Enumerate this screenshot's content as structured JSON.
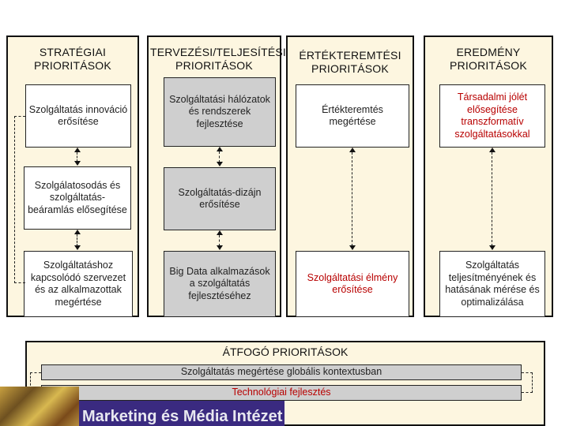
{
  "columns": [
    {
      "header": "STRATÉGIAI PRIORITÁSOK",
      "boxes": [
        "Szolgáltatás innováció erősítése",
        "Szolgálatosodás és szolgáltatás-beáramlás elősegítése",
        "Szolgáltatáshoz kapcsolódó szervezet és az alkalmazottak megértése"
      ]
    },
    {
      "header": "TERVEZÉSI/TELJESÍTÉSI PRIORITÁSOK",
      "boxes": [
        "Szolgáltatási hálózatok és rendszerek fejlesztése",
        "Szolgáltatás-dizájn erősítése",
        "Big Data alkalmazások a szolgáltatás fejlesztéséhez"
      ]
    },
    {
      "header": "ÉRTÉKTEREMTÉSI PRIORITÁSOK",
      "boxes": [
        "Értékteremtés megértése",
        "Szolgáltatási élmény erősítése"
      ]
    },
    {
      "header": "EREDMÉNY PRIORITÁSOK",
      "boxes": [
        "Társadalmi jólét elősegítése transzformatív szolgáltatásokkal",
        "Szolgáltatás teljesítményének és hatásának mérése és optimalizálása"
      ]
    }
  ],
  "crosscutting": {
    "title": "ÁTFOGÓ PRIORITÁSOK",
    "bars": [
      "Szolgáltatás megértése globális kontextusban",
      "Technológiai fejlesztés"
    ]
  },
  "logo": {
    "text": "Marketing és Média Intézet"
  },
  "colors": {
    "panel": "#fdf6e0",
    "gray_box": "#cfcfcf",
    "red_text": "#b80000"
  }
}
